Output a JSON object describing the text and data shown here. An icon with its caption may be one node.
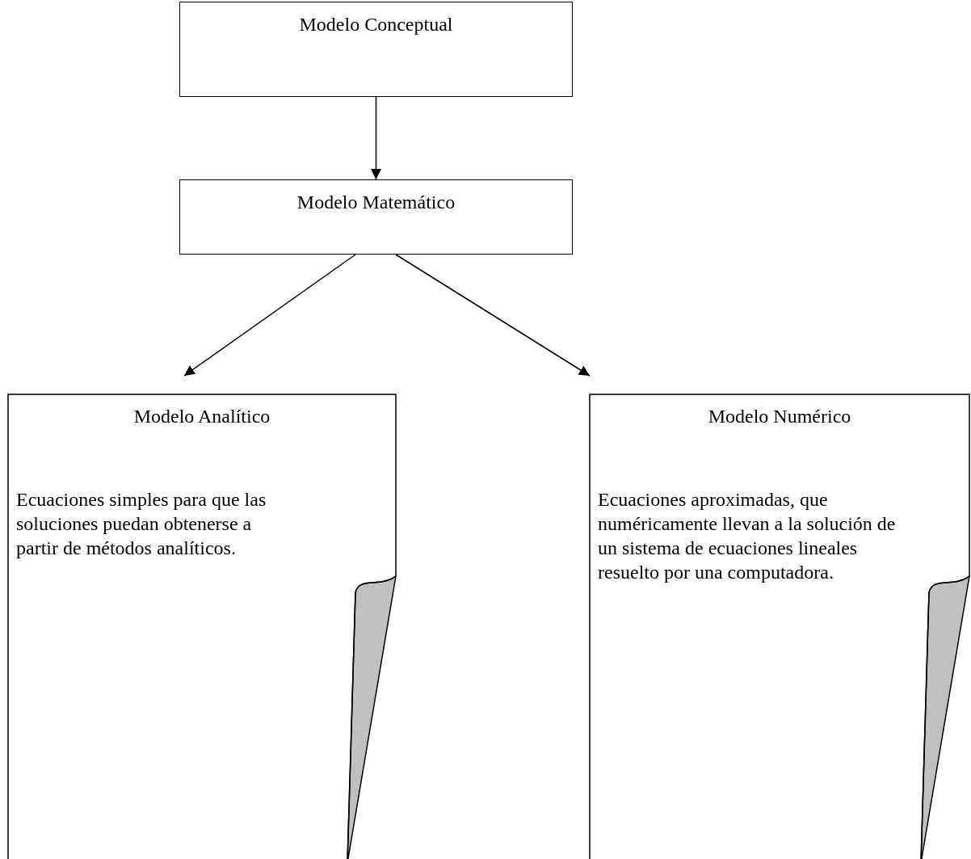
{
  "diagram": {
    "nodes": [
      {
        "text": [
          "Modelo Conceptual"
        ]
      },
      {
        "text": [
          "Modelo Matemático"
        ]
      },
      {
        "text": [
          "Modelo Analítico",
          "Ecuaciones simples para que las soluciones puedan obtenerse a partir de métodos analíticos."
        ]
      },
      {
        "text": [
          "Modelo Numérico",
          "Ecuaciones aproximadas, que numéricamente llevan a la solución de un sistema de ecuaciones lineales resuelto por una computadora."
        ]
      }
    ],
    "edges": [
      {
        "from": 0,
        "to": 1,
        "arrow": "to"
      },
      {
        "from": 1,
        "to": 2,
        "arrow": "to"
      },
      {
        "from": 1,
        "to": 3,
        "arrow": "to"
      }
    ]
  }
}
